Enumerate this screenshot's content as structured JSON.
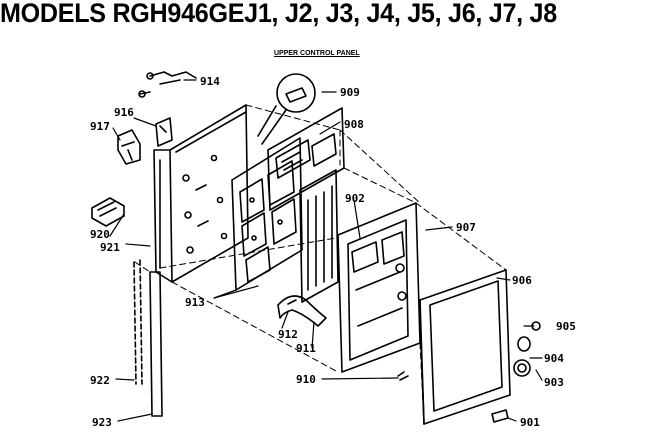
{
  "header": {
    "title": "MODELS RGH946GEJ1, J2, J3, J4, J5, J6, J7, J8",
    "subtitle": "UPPER CONTROL PANEL"
  },
  "part_labels": {
    "p901": "901",
    "p902": "902",
    "p903": "903",
    "p904": "904",
    "p905": "905",
    "p906": "906",
    "p907": "907",
    "p908": "908",
    "p909": "909",
    "p910": "910",
    "p911": "911",
    "p912": "912",
    "p913": "913",
    "p914": "914",
    "p916": "916",
    "p917": "917",
    "p920": "920",
    "p921": "921",
    "p922": "922",
    "p923": "923"
  }
}
